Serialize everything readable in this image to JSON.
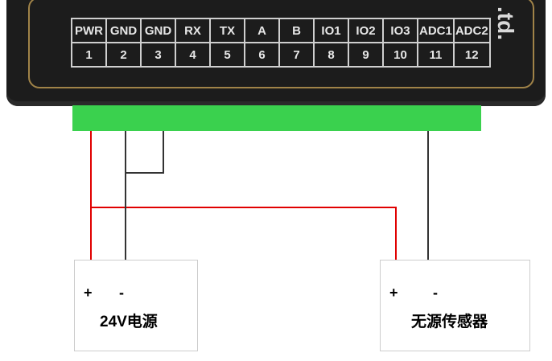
{
  "device": {
    "brand_text": ".td.",
    "pins": [
      {
        "name": "PWR",
        "num": "1"
      },
      {
        "name": "GND",
        "num": "2"
      },
      {
        "name": "GND",
        "num": "3"
      },
      {
        "name": "RX",
        "num": "4"
      },
      {
        "name": "TX",
        "num": "5"
      },
      {
        "name": "A",
        "num": "6"
      },
      {
        "name": "B",
        "num": "7"
      },
      {
        "name": "IO1",
        "num": "8"
      },
      {
        "name": "IO2",
        "num": "9"
      },
      {
        "name": "IO3",
        "num": "10"
      },
      {
        "name": "ADC1",
        "num": "11"
      },
      {
        "name": "ADC2",
        "num": "12"
      }
    ]
  },
  "power_supply": {
    "plus": "+",
    "minus": "-",
    "label": "24V电源"
  },
  "sensor": {
    "plus": "+",
    "minus": "-",
    "label": "无源传感器"
  },
  "colors": {
    "device_body": "#1c1c1c",
    "terminal": "#3ad14e",
    "positive_wire": "#e00000",
    "negative_wire": "#333333",
    "box_border": "#cccccc"
  }
}
